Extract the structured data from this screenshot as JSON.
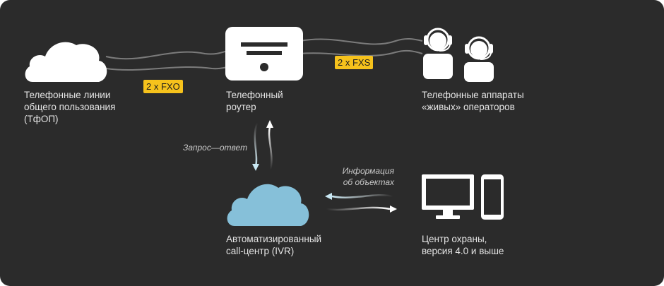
{
  "nodes": {
    "pstn": {
      "icon": "cloud-icon",
      "lines": [
        "Телефонные линии",
        "общего пользования",
        "(ТфОП)"
      ]
    },
    "router": {
      "icon": "router-icon",
      "lines": [
        "Телефонный",
        "роутер"
      ]
    },
    "operators": {
      "icon": "operator-headset-icon",
      "lines": [
        "Телефонные аппараты",
        "«живых» операторов"
      ]
    },
    "ivr": {
      "icon": "cloud-icon",
      "lines": [
        "Автоматизированный",
        "call-центр (IVR)"
      ]
    },
    "security": {
      "icon": "monitor-icon",
      "lines": [
        "Центр охраны,",
        "версия 4.0 и выше"
      ]
    }
  },
  "links": {
    "fxo": {
      "label": "2 x FXO"
    },
    "fxs": {
      "label": "2 x FXS"
    },
    "request": {
      "label": "Запрос—ответ"
    },
    "info": {
      "lines": [
        "Информация",
        "об объектах"
      ]
    }
  },
  "colors": {
    "background": "#2b2b2b",
    "tag": "#f6c21c",
    "ivr_cloud": "#86c0d9",
    "arrow": "#ffffff"
  }
}
